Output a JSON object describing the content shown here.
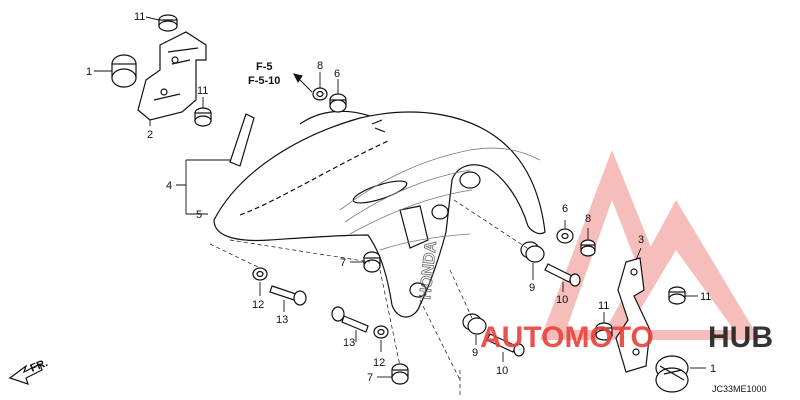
{
  "refs": {
    "line1": "F-5",
    "line2": "F-5-10"
  },
  "labels": [
    {
      "id": "p11a",
      "text": "11"
    },
    {
      "id": "p1a",
      "text": "1"
    },
    {
      "id": "p2",
      "text": "2"
    },
    {
      "id": "p11b",
      "text": "11"
    },
    {
      "id": "p8a",
      "text": "8"
    },
    {
      "id": "p6a",
      "text": "6"
    },
    {
      "id": "p4",
      "text": "4"
    },
    {
      "id": "p5",
      "text": "5"
    },
    {
      "id": "p7a",
      "text": "7"
    },
    {
      "id": "p12a",
      "text": "12"
    },
    {
      "id": "p13a",
      "text": "13"
    },
    {
      "id": "p13b",
      "text": "13"
    },
    {
      "id": "p12b",
      "text": "12"
    },
    {
      "id": "p7b",
      "text": "7"
    },
    {
      "id": "p9a",
      "text": "9"
    },
    {
      "id": "p10a",
      "text": "10"
    },
    {
      "id": "p9b",
      "text": "9"
    },
    {
      "id": "p10b",
      "text": "10"
    },
    {
      "id": "p6b",
      "text": "6"
    },
    {
      "id": "p8b",
      "text": "8"
    },
    {
      "id": "p3",
      "text": "3"
    },
    {
      "id": "p11c",
      "text": "11"
    },
    {
      "id": "p11d",
      "text": "11"
    },
    {
      "id": "p1b",
      "text": "1"
    }
  ],
  "front_label": "FR.",
  "diagram_code": "JC33ME1000",
  "fender_brand": "HONDA",
  "watermark": {
    "text_red": "AUTOMOTO",
    "text_dark": "HUB",
    "color_red": "#e8413a",
    "color_dark": "#1f1f1f"
  }
}
